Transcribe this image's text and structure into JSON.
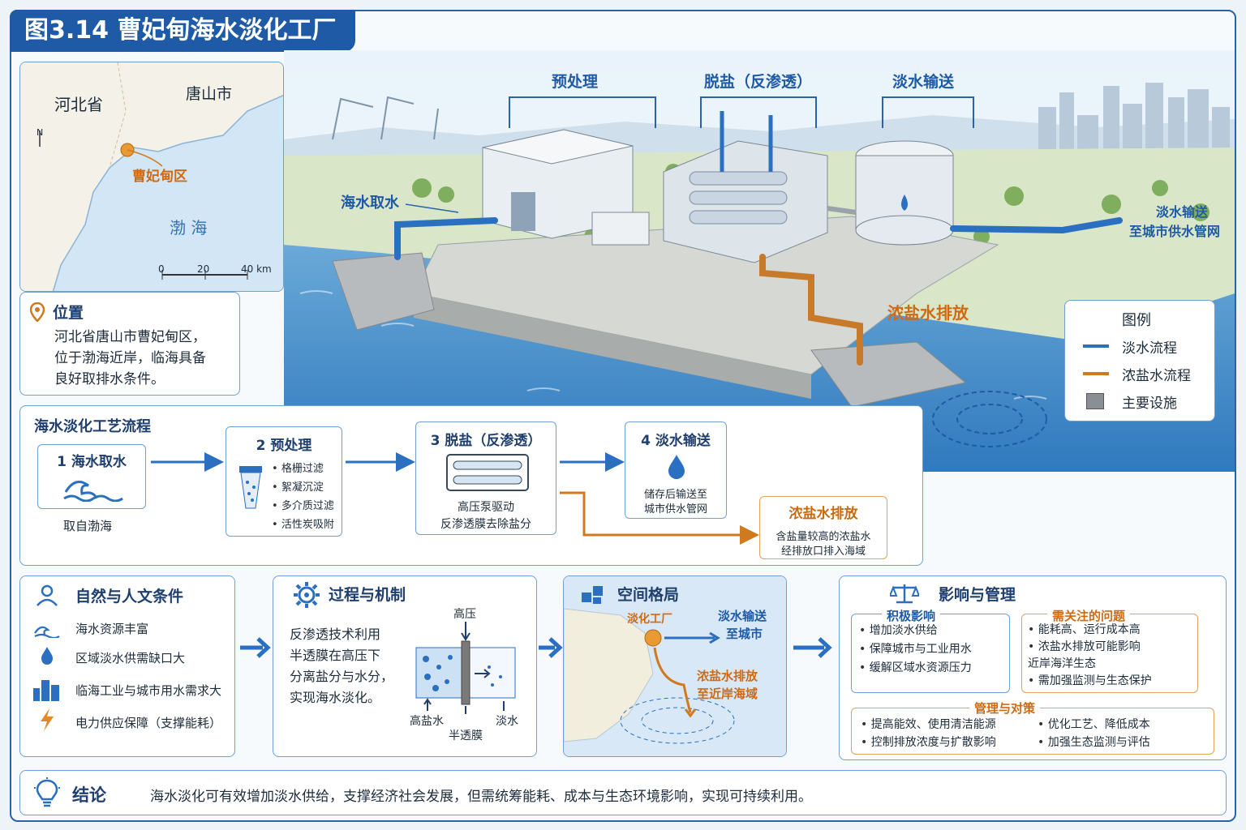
{
  "title": "图3.14  曹妃甸海水淡化工厂",
  "map": {
    "province": "河北省",
    "city": "唐山市",
    "district": "曹妃甸区",
    "sea": "渤 海",
    "north": "N",
    "scale": [
      "0",
      "20",
      "40 km"
    ]
  },
  "location": {
    "heading": "位置",
    "lines": [
      "河北省唐山市曹妃甸区，",
      "位于渤海近岸，临海具备",
      "良好取排水条件。"
    ]
  },
  "scene": {
    "pretreatment": "预处理",
    "desalination": "脱盐（反渗透）",
    "delivery": "淡水输送",
    "intake": "海水取水",
    "delivery_note": [
      "淡水输送",
      "至城市供水管网"
    ],
    "brine": "浓盐水排放"
  },
  "legend": {
    "title": "图例",
    "items": [
      "淡水流程",
      "浓盐水流程",
      "主要设施"
    ],
    "colors": [
      "#2a6fc0",
      "#d07a20",
      "#8a8f96"
    ]
  },
  "process": {
    "heading": "海水淡化工艺流程",
    "step1": {
      "title": "1  海水取水",
      "caption": "取自渤海"
    },
    "step2": {
      "title": "2  预处理",
      "items": [
        "格栅过滤",
        "絮凝沉淀",
        "多介质过滤",
        "活性炭吸附"
      ]
    },
    "step3": {
      "title": "3  脱盐（反渗透）",
      "lines": [
        "高压泵驱动",
        "反渗透膜去除盐分"
      ]
    },
    "step4": {
      "title": "4  淡水输送",
      "lines": [
        "储存后输送至",
        "城市供水管网"
      ]
    },
    "brine": {
      "title": "浓盐水排放",
      "lines": [
        "含盐量较高的浓盐水",
        "经排放口排入海域"
      ]
    }
  },
  "conditions": {
    "heading": "自然与人文条件",
    "items": [
      "海水资源丰富",
      "区域淡水供需缺口大",
      "临海工业与城市用水需求大",
      "电力供应保障（支撑能耗）"
    ]
  },
  "mechanism": {
    "heading": "过程与机制",
    "lines": [
      "反渗透技术利用",
      "半透膜在高压下",
      "分离盐分与水分，",
      "实现海水淡化。"
    ],
    "labels": {
      "pressure": "高压",
      "saltwater": "高盐水",
      "freshwater": "淡水",
      "membrane": "半透膜"
    }
  },
  "spatial": {
    "heading": "空间格局",
    "plant": "淡化工厂",
    "fresh": [
      "淡水输送",
      "至城市"
    ],
    "brine": [
      "浓盐水排放",
      "至近岸海域"
    ]
  },
  "impact": {
    "heading": "影响与管理",
    "positive": {
      "title": "积极影响",
      "items": [
        "增加淡水供给",
        "保障城市与工业用水",
        "缓解区域水资源压力"
      ]
    },
    "concerns": {
      "title": "需关注的问题",
      "items": [
        "能耗高、运行成本高",
        "浓盐水排放可能影响\n近岸海洋生态",
        "需加强监测与生态保护"
      ]
    },
    "management": {
      "title": "管理与对策",
      "items": [
        "提高能效、使用清洁能源",
        "优化工艺、降低成本",
        "控制排放浓度与扩散影响",
        "加强生态监测与评估"
      ]
    }
  },
  "conclusion": {
    "heading": "结论",
    "text": "海水淡化可有效增加淡水供给，支撑经济社会发展，但需统筹能耗、成本与生态环境影响，实现可持续利用。"
  }
}
